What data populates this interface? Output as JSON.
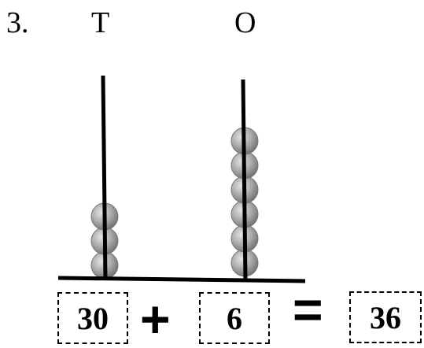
{
  "question_number": "3.",
  "place_values": {
    "tens_label": "T",
    "ones_label": "O"
  },
  "abacus": {
    "tens_beads": 3,
    "ones_beads": 6,
    "bead_color": "#9a9a9a"
  },
  "equation": {
    "tens_value": "30",
    "plus_sign": "+",
    "ones_value": "6",
    "equals_sign": "=",
    "total": "36"
  }
}
